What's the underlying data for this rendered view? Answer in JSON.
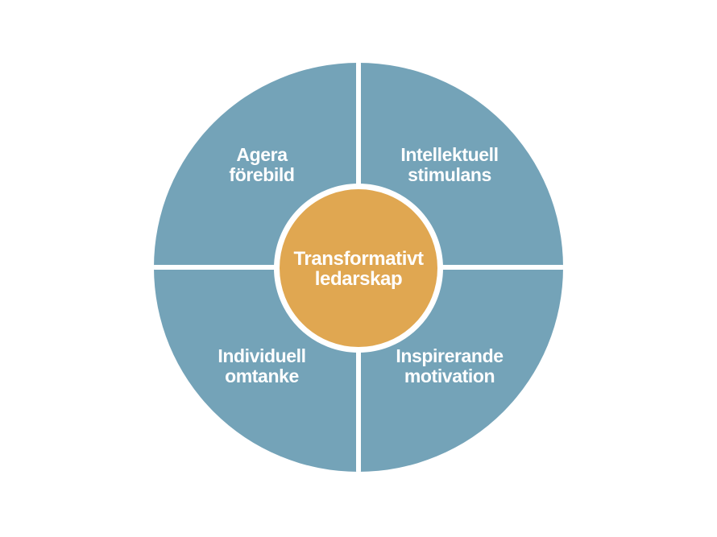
{
  "diagram": {
    "center": {
      "label": "Transformativt ledarskap",
      "line1": "Transformativt",
      "line2": "ledarskap"
    },
    "quadrants": [
      {
        "position": "top-left",
        "label": "Agera förebild",
        "line1": "Agera",
        "line2": "förebild"
      },
      {
        "position": "top-right",
        "label": "Intellektuell stimulans",
        "line1": "Intellektuell",
        "line2": "stimulans"
      },
      {
        "position": "bottom-left",
        "label": "Individuell omtanke",
        "line1": "Individuell",
        "line2": "omtanke"
      },
      {
        "position": "bottom-right",
        "label": "Inspirerande motivation",
        "line1": "Inspirerande",
        "line2": "motivation"
      }
    ],
    "colors": {
      "quadrant_fill": "#74a3b8",
      "center_fill": "#e0a751",
      "divider": "#ffffff",
      "label_text": "#ffffff",
      "background": "#ffffff"
    }
  }
}
